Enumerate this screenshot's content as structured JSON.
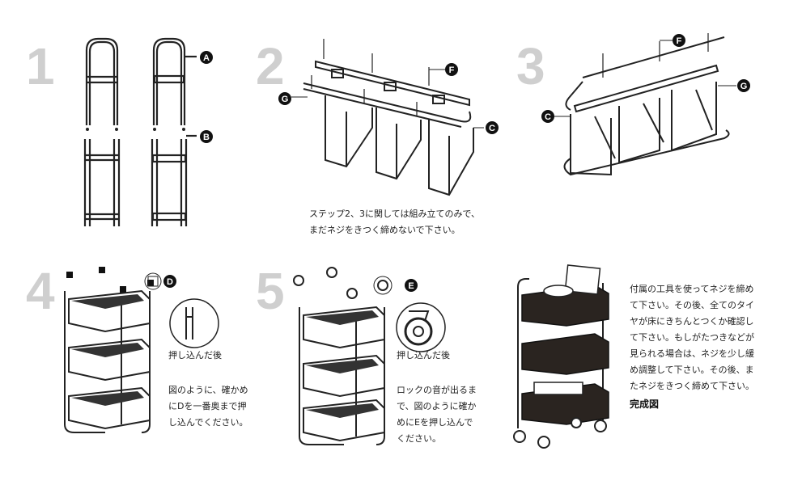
{
  "steps": [
    {
      "number": "1"
    },
    {
      "number": "2"
    },
    {
      "number": "3"
    },
    {
      "number": "4"
    },
    {
      "number": "5"
    }
  ],
  "labels": {
    "a": "A",
    "b": "B",
    "c": "C",
    "d": "D",
    "e": "E",
    "f": "F",
    "g": "G"
  },
  "texts": {
    "step23_note": "ステップ2、3に関しては組み立てのみで、\nまだネジをきつく締めないで下さい。",
    "push_caption": "押し込んだ後",
    "step4_note": "図のように、確かめ\nにDを一番奥まで押\nし込んでください。",
    "push_caption_5": "押し込んだ後",
    "step5_note": "ロックの音が出るま\nで、図のように確か\nめにEを押し込んで\nください。",
    "final_note": "付属の工具を使ってネジを締め\nて下さい。その後、全てのタイ\nヤが床にきちんとつくか確認し\nて下さい。もしがたつきなどが\n見られる場合は、ネジを少し緩\nめ調整して下さい。その後、ま\nたネジをきつく締めて下さい。",
    "final_title": "完成図"
  }
}
